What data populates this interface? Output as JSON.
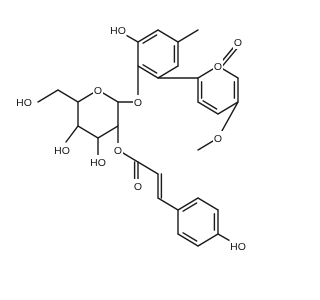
{
  "molecule": {
    "atoms": [
      {
        "id": "o_ring_pyranone",
        "label": "O"
      },
      {
        "id": "o_carbonyl_pyranone",
        "label": "O"
      },
      {
        "id": "oh_aryl_top",
        "label": "HO"
      },
      {
        "id": "o_glycosidic",
        "label": "O"
      },
      {
        "id": "o_ring_sugar",
        "label": "O"
      },
      {
        "id": "o_methoxy",
        "label": "O"
      },
      {
        "id": "oh_primary",
        "label": "HO"
      },
      {
        "id": "oh_sugar_c4",
        "label": "HO"
      },
      {
        "id": "oh_sugar_c3",
        "label": "HO"
      },
      {
        "id": "o_ester",
        "label": "O"
      },
      {
        "id": "o_ester_carbonyl",
        "label": "O"
      },
      {
        "id": "oh_phenol",
        "label": "HO"
      }
    ]
  }
}
